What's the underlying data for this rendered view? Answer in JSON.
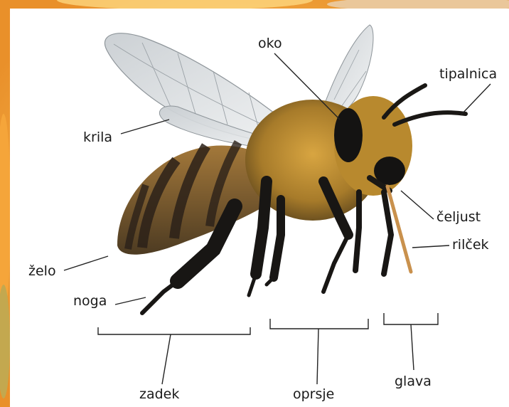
{
  "labels": {
    "oko": "oko",
    "tipalnica": "tipalnica",
    "krila": "krila",
    "celjust": "čeljust",
    "rilcek": "rilček",
    "zelo": "želo",
    "noga": "noga",
    "zadek": "zadek",
    "oprsje": "oprsje",
    "glava": "glava"
  },
  "colors": {
    "background_orange": "#f3b54a",
    "panel": "#ffffff",
    "leader_line": "#222222",
    "bee_fur": "#b8892e",
    "bee_dark": "#1c1a17",
    "wing": "#d9dde0"
  }
}
